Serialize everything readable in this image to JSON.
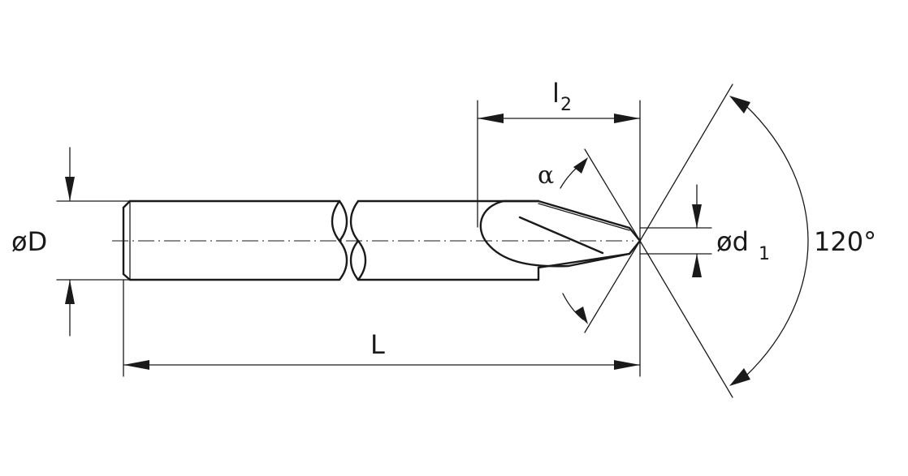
{
  "labels": {
    "shank_diameter": "øD",
    "tip_diameter_prefix": "ød",
    "tip_diameter_sub": "1",
    "flute_length": "l",
    "flute_length_sub": "2",
    "overall_length": "L",
    "angle_alpha": "α",
    "point_angle": "120°"
  }
}
